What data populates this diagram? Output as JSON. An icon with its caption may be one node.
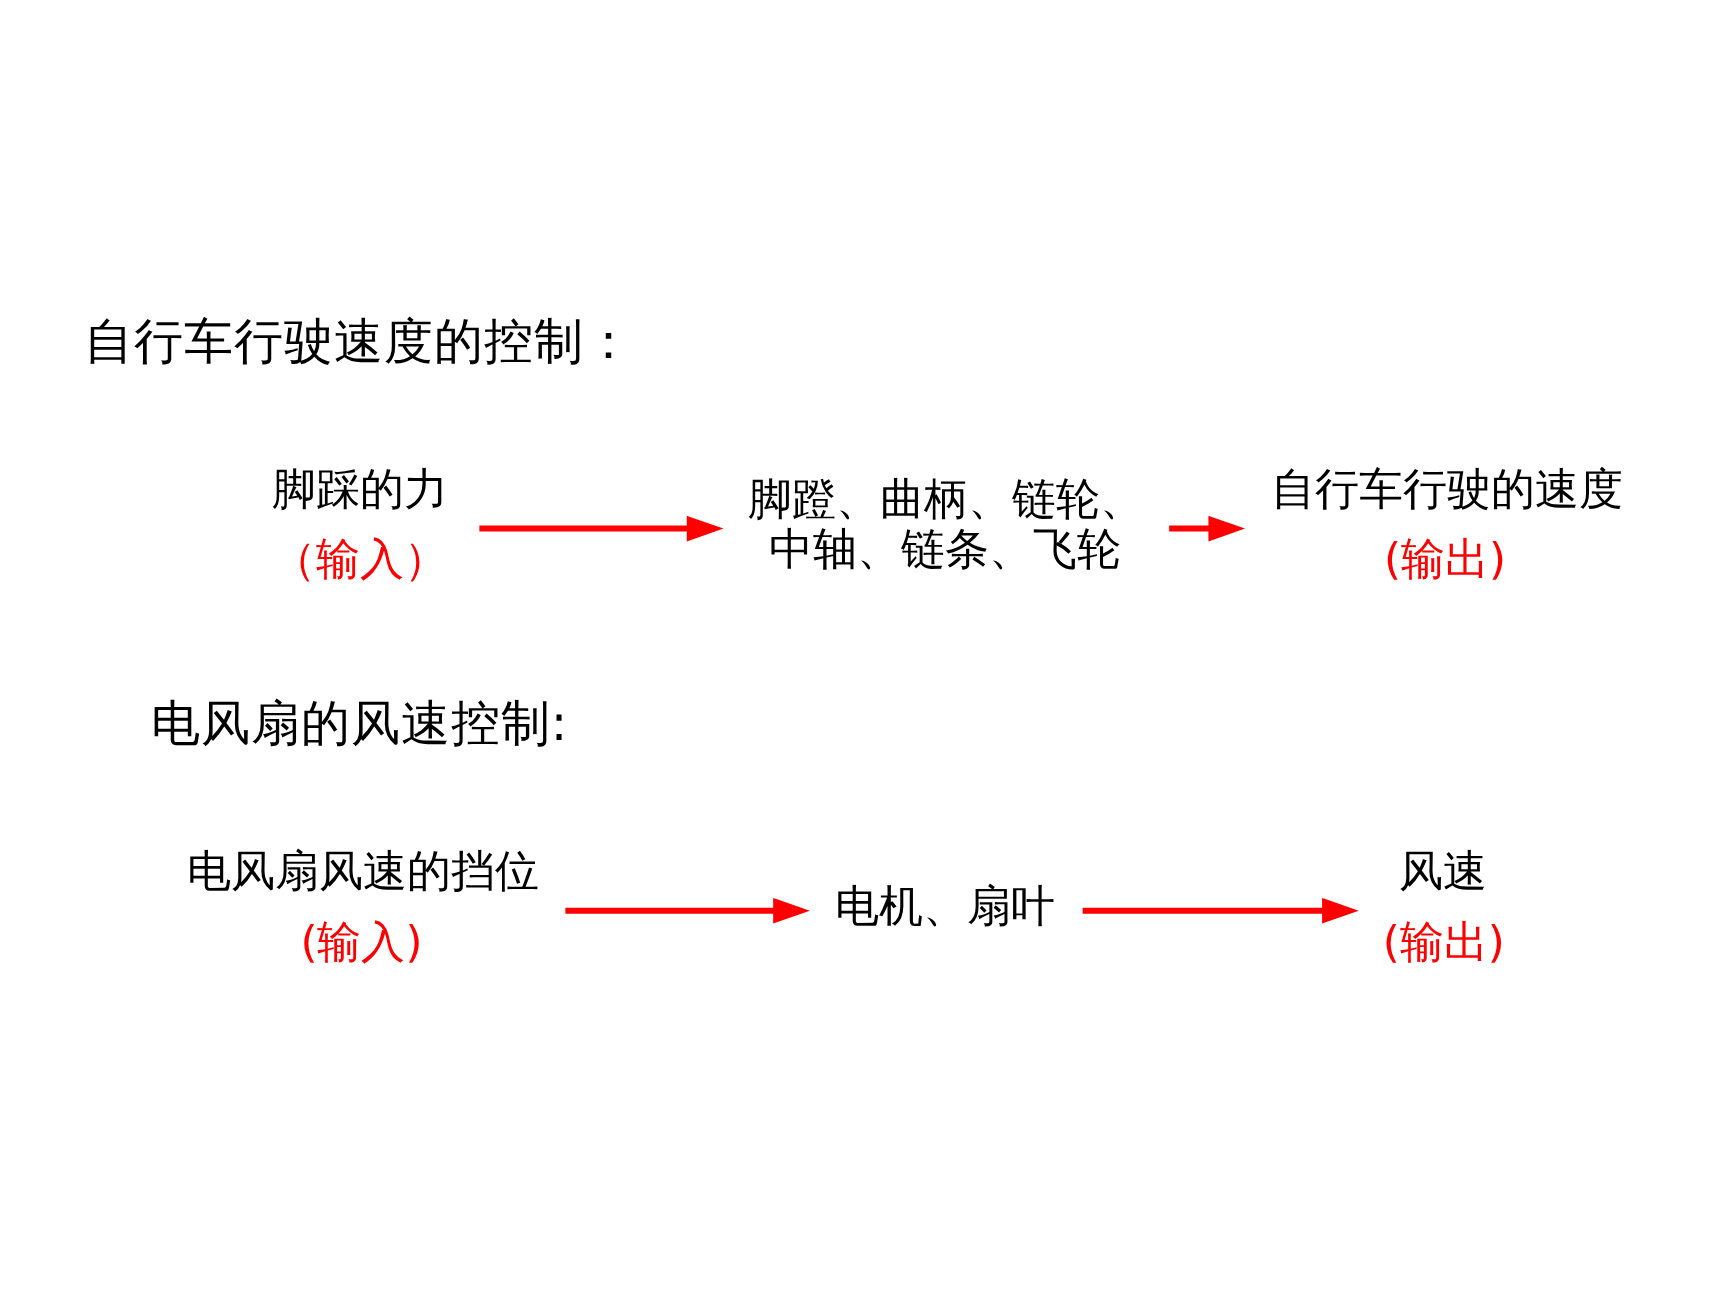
{
  "diagram": {
    "nodes": [
      {
        "text": [
          "脚踩的力"
        ],
        "beside": [
          "（输入）"
        ]
      },
      {
        "text": [
          "脚蹬、曲柄、链轮、中轴、链条、飞轮"
        ]
      },
      {
        "text": [
          "自行车行驶的速度"
        ],
        "beside": [
          "(输出)"
        ]
      },
      {
        "text": [
          "电风扇风速的挡位"
        ],
        "beside": [
          "(输入)"
        ]
      },
      {
        "text": [
          "电机、扇叶"
        ]
      },
      {
        "text": [
          "风速"
        ],
        "beside": [
          "(输出)"
        ]
      }
    ],
    "edges": [
      {
        "from": 0,
        "to": 1,
        "arrow": "to"
      },
      {
        "from": 1,
        "to": 2,
        "arrow": "to"
      },
      {
        "from": 3,
        "to": 4,
        "arrow": "to"
      },
      {
        "from": 4,
        "to": 5,
        "arrow": "to"
      }
    ],
    "labels": [
      "自行车行驶速度的控制：",
      "电风扇的风速控制:"
    ]
  }
}
